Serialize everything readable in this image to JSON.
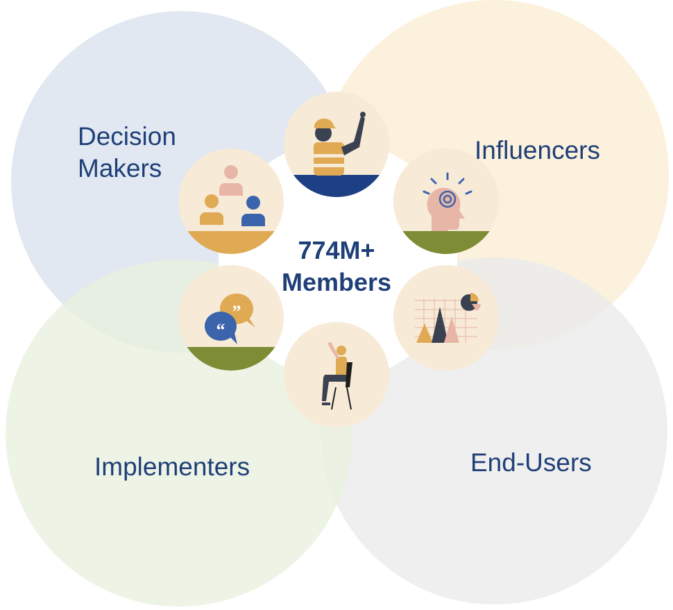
{
  "center": {
    "line1": "774M+",
    "line2": "Members"
  },
  "segments": [
    {
      "label_lines": [
        "Decision",
        "Makers"
      ],
      "color": "#dfe7f0"
    },
    {
      "label_lines": [
        "Influencers"
      ],
      "color": "#faeed6"
    },
    {
      "label_lines": [
        "Implementers"
      ],
      "color": "#e8f0df"
    },
    {
      "label_lines": [
        "End-Users"
      ],
      "color": "#ebebeb"
    }
  ],
  "colors": {
    "text": "#1f3f78",
    "icon_background": "#f7ead7",
    "navy": "#1d3f83",
    "gold": "#e0a954",
    "olive": "#7e8c35",
    "blue": "#3c64ac",
    "pink": "#e7b6a6",
    "dark": "#3a4150"
  },
  "icons": [
    "worker-pointing-icon",
    "team-hierarchy-icon",
    "head-target-icon",
    "speech-bubbles-icon",
    "analytics-chart-icon",
    "seated-person-icon"
  ]
}
